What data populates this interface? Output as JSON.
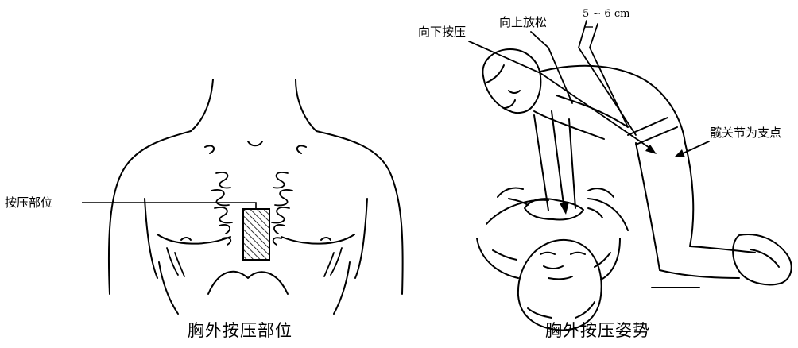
{
  "left_panel": {
    "callout": "按压部位",
    "caption": "胸外按压部位"
  },
  "right_panel": {
    "label_down": "向下按压",
    "label_up": "向上放松",
    "label_depth": "5 ~ 6 cm",
    "label_hip": "髋关节为支点",
    "caption": "胸外按压姿势"
  }
}
